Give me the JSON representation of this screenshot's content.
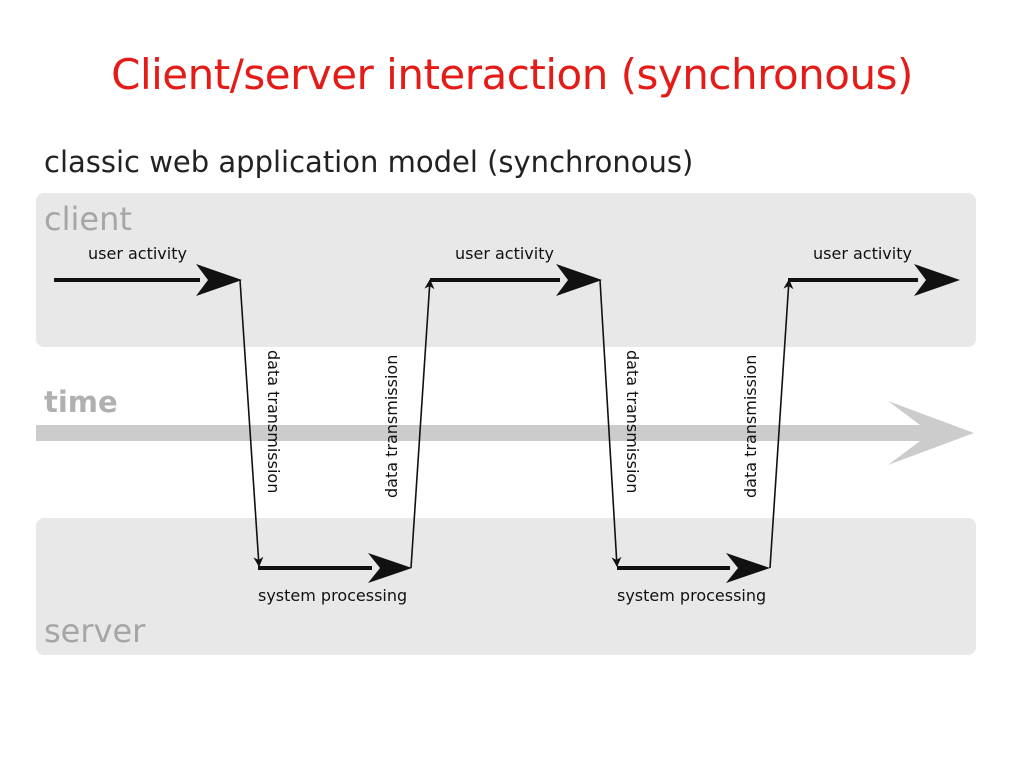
{
  "slide": {
    "title": "Client/server interaction (synchronous)"
  },
  "diagram": {
    "heading": "classic web application model (synchronous)",
    "lanes": {
      "client": "client",
      "time": "time",
      "server": "server"
    },
    "labels": {
      "user_activity": "user activity",
      "data_transmission": "data transmission",
      "system_processing": "system processing"
    },
    "colors": {
      "title": "#e41b17",
      "lane_bg": "#e8e8e8",
      "lane_text": "#a6a6a6",
      "time_arrow": "#cccccc",
      "arrow": "#111111"
    }
  }
}
